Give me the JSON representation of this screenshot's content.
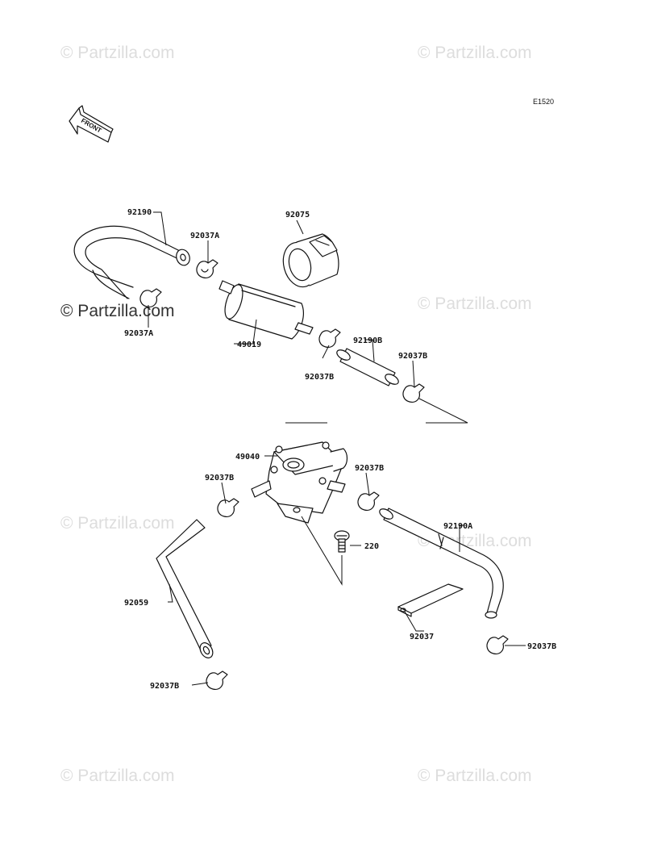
{
  "diagram_code": "E1520",
  "front_label": "FRONT",
  "watermarks": [
    "© Partzilla.com",
    "© Partzilla.com",
    "© Partzilla.com",
    "© Partzilla.com",
    "© Partzilla.com",
    "© Partzilla.com",
    "© Partzilla.com",
    "© Partzilla.com"
  ],
  "parts": {
    "hose_92190": "92190",
    "clamp_92037A_top": "92037A",
    "clamp_92037A_bottom": "92037A",
    "holder_92075": "92075",
    "filter_49019": "49019",
    "clamp_92037B_filter": "92037B",
    "hose_92190B": "92190B",
    "clamp_92037B_right": "92037B",
    "pump_49040": "49040",
    "clamp_92037B_pump_left": "92037B",
    "clamp_92037B_pump_right": "92037B",
    "hose_92190A": "92190A",
    "screw_220": "220",
    "hose_92059": "92059",
    "band_92037": "92037",
    "clamp_92037B_lower_right": "92037B",
    "clamp_92037B_bottom": "92037B"
  }
}
